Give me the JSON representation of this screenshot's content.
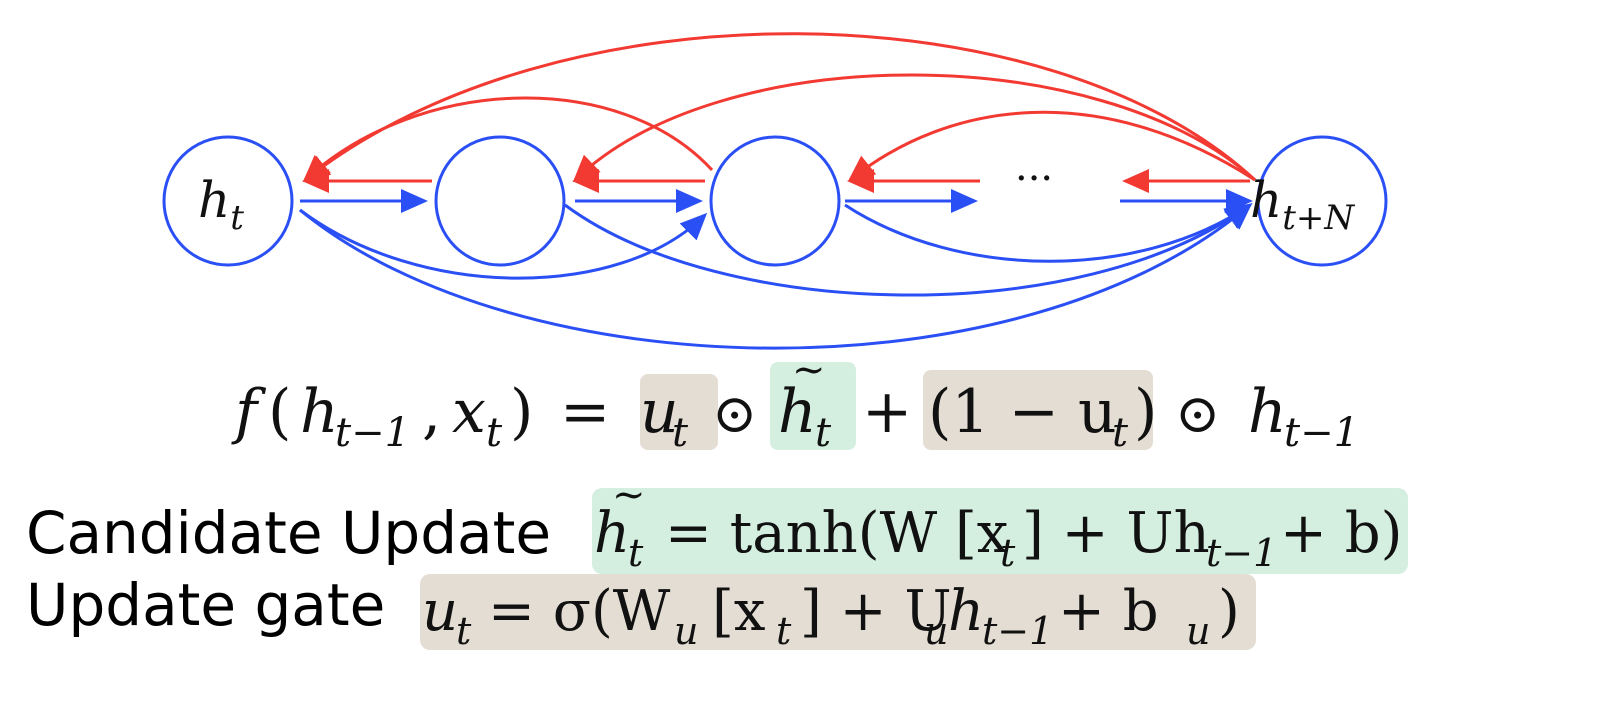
{
  "diagram": {
    "nodes": [
      {
        "id": "n0",
        "main": "h",
        "sub": "t"
      },
      {
        "id": "n1",
        "main": "",
        "sub": ""
      },
      {
        "id": "n2",
        "main": "",
        "sub": ""
      },
      {
        "id": "n3",
        "main": "h",
        "sub": "t+N"
      }
    ],
    "ellipsis": "···",
    "colors": {
      "forward": "#2a4ff5",
      "backward": "#f23a32",
      "node": "#2a4ff5"
    }
  },
  "equation": {
    "f": "f",
    "open": "(",
    "h": "h",
    "h_sub": "t−1",
    "comma": ",",
    "x": "x",
    "x_sub": "t",
    "close": ")",
    "eq": "=",
    "u": "u",
    "u_sub": "t",
    "odot1": "⊙",
    "ht": "h",
    "ht_tilde": "~",
    "ht_sub": "t",
    "plus": "+",
    "one_minus_u": "(1 − u",
    "one_minus_u_sub": "t",
    "one_minus_u_close": ")",
    "odot2": "⊙",
    "h2": "h",
    "h2_sub": "t−1"
  },
  "candidate_update": {
    "label": "Candidate Update",
    "tilde": "~",
    "h": "h",
    "h_sub": "t",
    "part1": "= tanh(W [x",
    "part1_sub": "t",
    "part2": "] + Uh",
    "part2_sub": "t−1",
    "part3": "+ b)"
  },
  "update_gate": {
    "label": "Update gate",
    "u": "u",
    "u_sub": "t",
    "part1": "= σ(W",
    "part1_sub": "u",
    "part2": "[x",
    "part2_sub": "t",
    "part3": "] + U",
    "part3_sub": "u",
    "part4": "h",
    "part4_sub": "t−1",
    "part5": "+ b",
    "part5_sub": "u",
    "part6": ")"
  },
  "highlights": {
    "tan": "#e4ddd3",
    "green": "#d4efe0"
  }
}
